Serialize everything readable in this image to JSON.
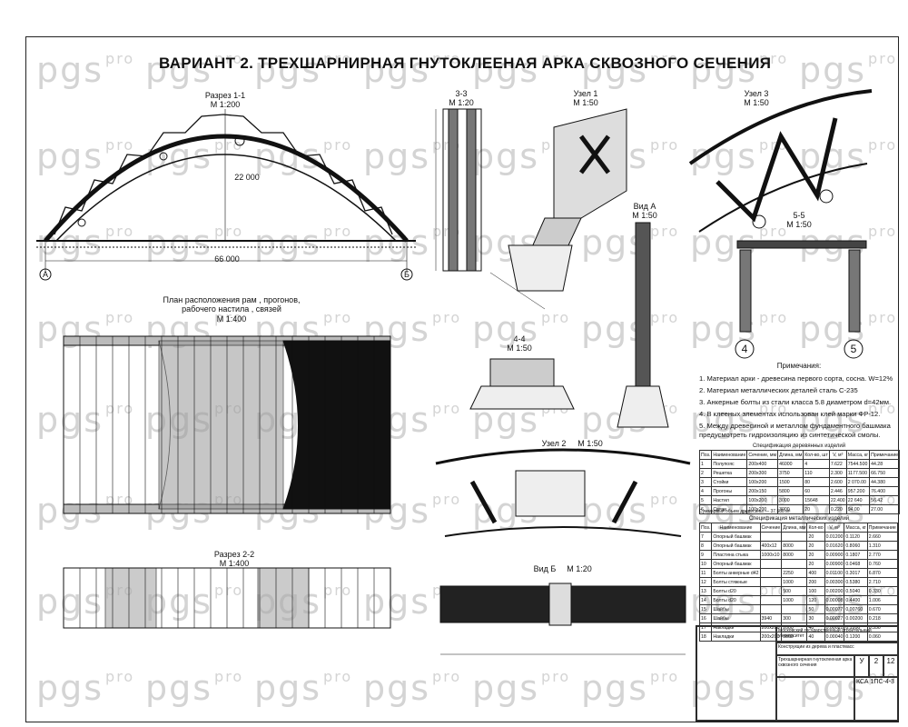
{
  "title": "ВАРИАНТ 2. ТРЕХШАРНИРНАЯ ГНУТОКЛЕЕНАЯ АРКА СКВОЗНОГО СЕЧЕНИЯ",
  "watermark": {
    "brand": "pgs",
    "suffix": "pro"
  },
  "views": {
    "section_1_1": {
      "title": "Разрез 1-1",
      "scale": "М 1:200",
      "span": "66 000",
      "height": "22 000",
      "axis_left": "А",
      "axis_right": "Б"
    },
    "section_3_3": {
      "title": "3-3",
      "scale": "М 1:20"
    },
    "node_1": {
      "title": "Узел 1",
      "scale": "М 1:50"
    },
    "view_a": {
      "title": "Вид А",
      "scale": "М 1:50"
    },
    "node_3": {
      "title": "Узел 3",
      "scale": "М 1:50"
    },
    "section_5_5": {
      "title": "5-5",
      "scale": "М 1:50",
      "axis_left": "4",
      "axis_right": "5"
    },
    "plan": {
      "title": "План расположения рам , прогонов, рабочего настила , связей",
      "scale": "М 1:400"
    },
    "section_4_4": {
      "title": "4-4",
      "scale": "М 1:50"
    },
    "node_2": {
      "title": "Узел 2",
      "scale": "М 1:50"
    },
    "section_2_2": {
      "title": "Разрез 2-2",
      "scale": "М 1:400"
    },
    "view_b": {
      "title": "Вид Б",
      "scale": "М 1:20"
    }
  },
  "notes": {
    "heading": "Примечания:",
    "items": [
      "1. Материал арки - древесина первого сорта, сосна. W=12%",
      "2. Материал металлических деталей сталь С-235",
      "3. Анкерные болты из стали класса 5.8 диаметром d=42мм.",
      "4. В клееных элементах использован клей марки ФР-12.",
      "5. Между древесиной и металлом фундаментного башмака предусмотреть гидроизоляцию из синтетической смолы."
    ]
  },
  "spec_wood": {
    "title": "Спецификация деревянных изделий",
    "headers": [
      "Поз.",
      "Наименование",
      "Сечение, мм",
      "Длина, мм",
      "Кол-во, шт",
      "V, м³",
      "Масса, кг",
      "Примечание"
    ],
    "rows": [
      [
        "1",
        "Полупояс",
        "200х400",
        "46000",
        "4",
        "7.622",
        "7544.500",
        "44.28"
      ],
      [
        "2",
        "Решетка",
        "200х300",
        "3750",
        "110",
        "2.300",
        "1177.500",
        "66.750"
      ],
      [
        "3",
        "Стойки",
        "100х200",
        "1500",
        "80",
        "2.600",
        "2 070.00",
        "44.380"
      ],
      [
        "4",
        "Прогоны",
        "200х150",
        "5800",
        "60",
        "2.446",
        "957.200",
        "76.400"
      ],
      [
        "5",
        "Настил",
        "100х200",
        "3000",
        "15648",
        "22.400",
        "22 640",
        "56.42"
      ],
      [
        "6",
        "Связи",
        "100х200",
        "3000",
        "20",
        "0.220",
        "94.00",
        "27.00"
      ]
    ],
    "footnote": "Суммарный объем древесины — 37.588 м³"
  },
  "spec_metal": {
    "title": "Спецификация металлических изделий",
    "headers": [
      "Поз.",
      "Наименование",
      "Сечение",
      "Длина, мм",
      "Кол-во",
      "V, м³",
      "Масса, кг",
      "Примечание"
    ],
    "rows": [
      [
        "7",
        "Опорный башмак",
        "",
        "",
        "20",
        "0.01200",
        "0.1120",
        "2.660"
      ],
      [
        "8",
        "Опорный башмак",
        "400х12",
        "8000",
        "20",
        "0.01620",
        "0.8060",
        "1.310"
      ],
      [
        "9",
        "Пластина стыка",
        "1000х10",
        "8000",
        "20",
        "0.00900",
        "0.1807",
        "2.770"
      ],
      [
        "10",
        "Опорный башмак",
        "",
        "",
        "20",
        "0.00900",
        "0.0468",
        "0.760"
      ],
      [
        "11",
        "Болты анкерные d42",
        "",
        "2250",
        "400",
        "0.01100",
        "0.3017",
        "6.870"
      ],
      [
        "12",
        "Болты стяжные",
        "",
        "1000",
        "200",
        "0.00300",
        "0.5380",
        "2.710"
      ],
      [
        "13",
        "Болты d20",
        "",
        "500",
        "100",
        "0.00200",
        "0.5040",
        "0.330"
      ],
      [
        "14",
        "Болты d20",
        "",
        "1000",
        "120",
        "0.00008",
        "0.4400",
        "1.006"
      ],
      [
        "15",
        "Шайбы",
        "",
        "",
        "50",
        "0.00077",
        "0.00760",
        "0.670"
      ],
      [
        "16",
        "Шайбы",
        "3940",
        "300",
        "30",
        "0.00027",
        "0.00200",
        "0.218"
      ],
      [
        "17",
        "Накладки",
        "200х200",
        "2000",
        "40",
        "0.00021",
        "0.1200",
        "0.350"
      ],
      [
        "18",
        "Накладки",
        "200х200",
        "5800",
        "40",
        "0.00040",
        "0.1200",
        "0.060"
      ]
    ]
  },
  "stamp": {
    "university": "Московский государственный строительный университет",
    "course": "Конструкции из дерева и пластмасс",
    "drawing": "Трехшарнирная гнутоклееная арка сквозного сечения",
    "stage": "У",
    "sheet": "2",
    "sheets": "12",
    "code": "КСА 1ПС-4-3"
  }
}
